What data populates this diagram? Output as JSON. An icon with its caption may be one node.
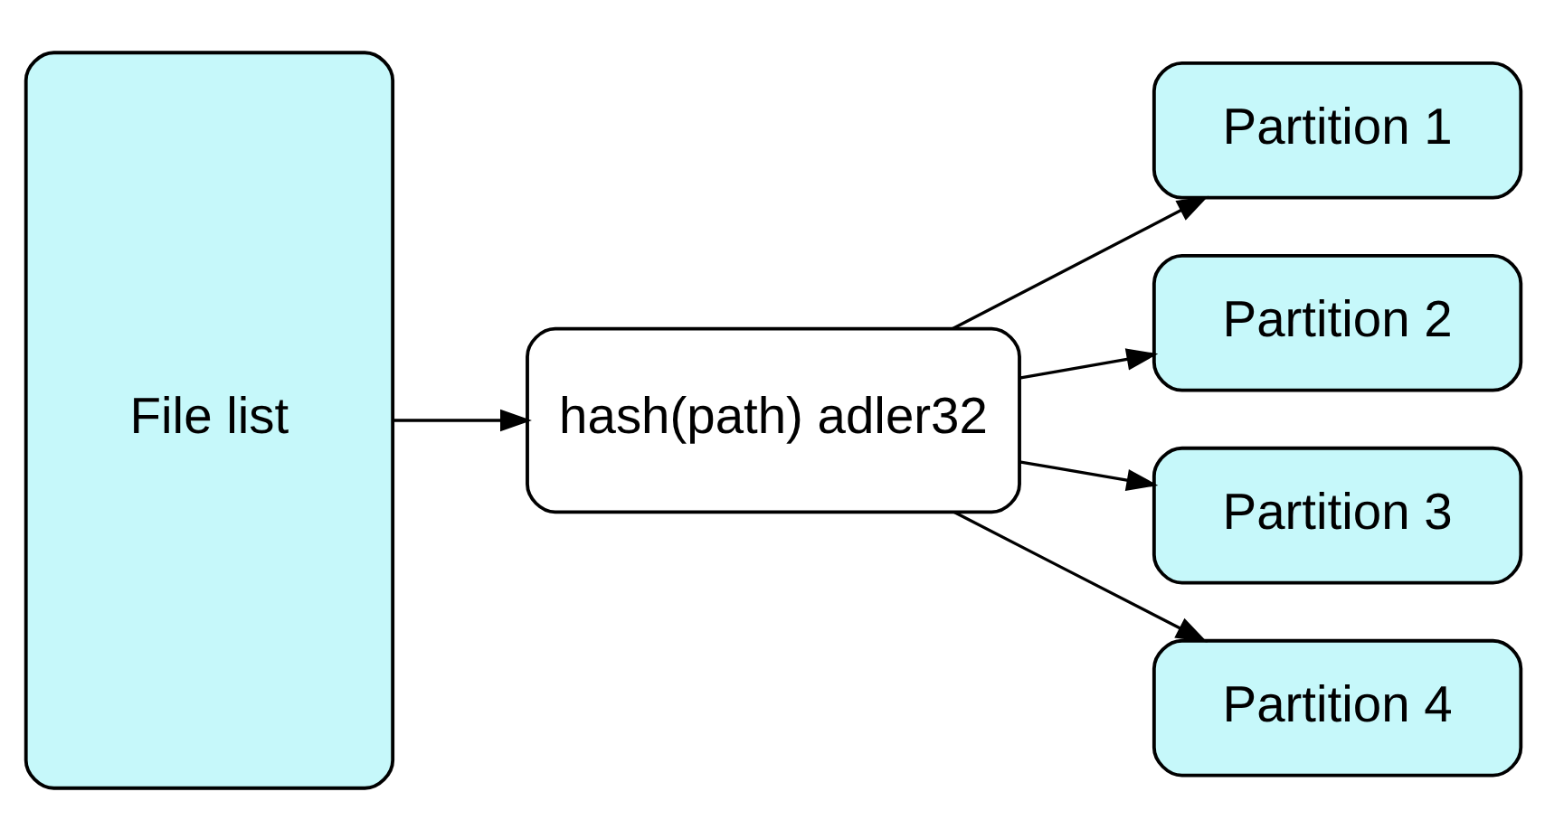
{
  "diagram": {
    "nodes": [
      {
        "text": [
          "File list"
        ]
      },
      {
        "text": [
          "hash(path) adler32"
        ]
      },
      {
        "text": [
          "Partition 1"
        ]
      },
      {
        "text": [
          "Partition 2"
        ]
      },
      {
        "text": [
          "Partition 3"
        ]
      },
      {
        "text": [
          "Partition 4"
        ]
      }
    ],
    "edges": [
      {
        "from": 0,
        "to": 1,
        "arrow": "to"
      },
      {
        "from": 1,
        "to": 2,
        "arrow": "to"
      },
      {
        "from": 1,
        "to": 3,
        "arrow": "to"
      },
      {
        "from": 1,
        "to": 4,
        "arrow": "to"
      },
      {
        "from": 1,
        "to": 5,
        "arrow": "to"
      }
    ]
  }
}
